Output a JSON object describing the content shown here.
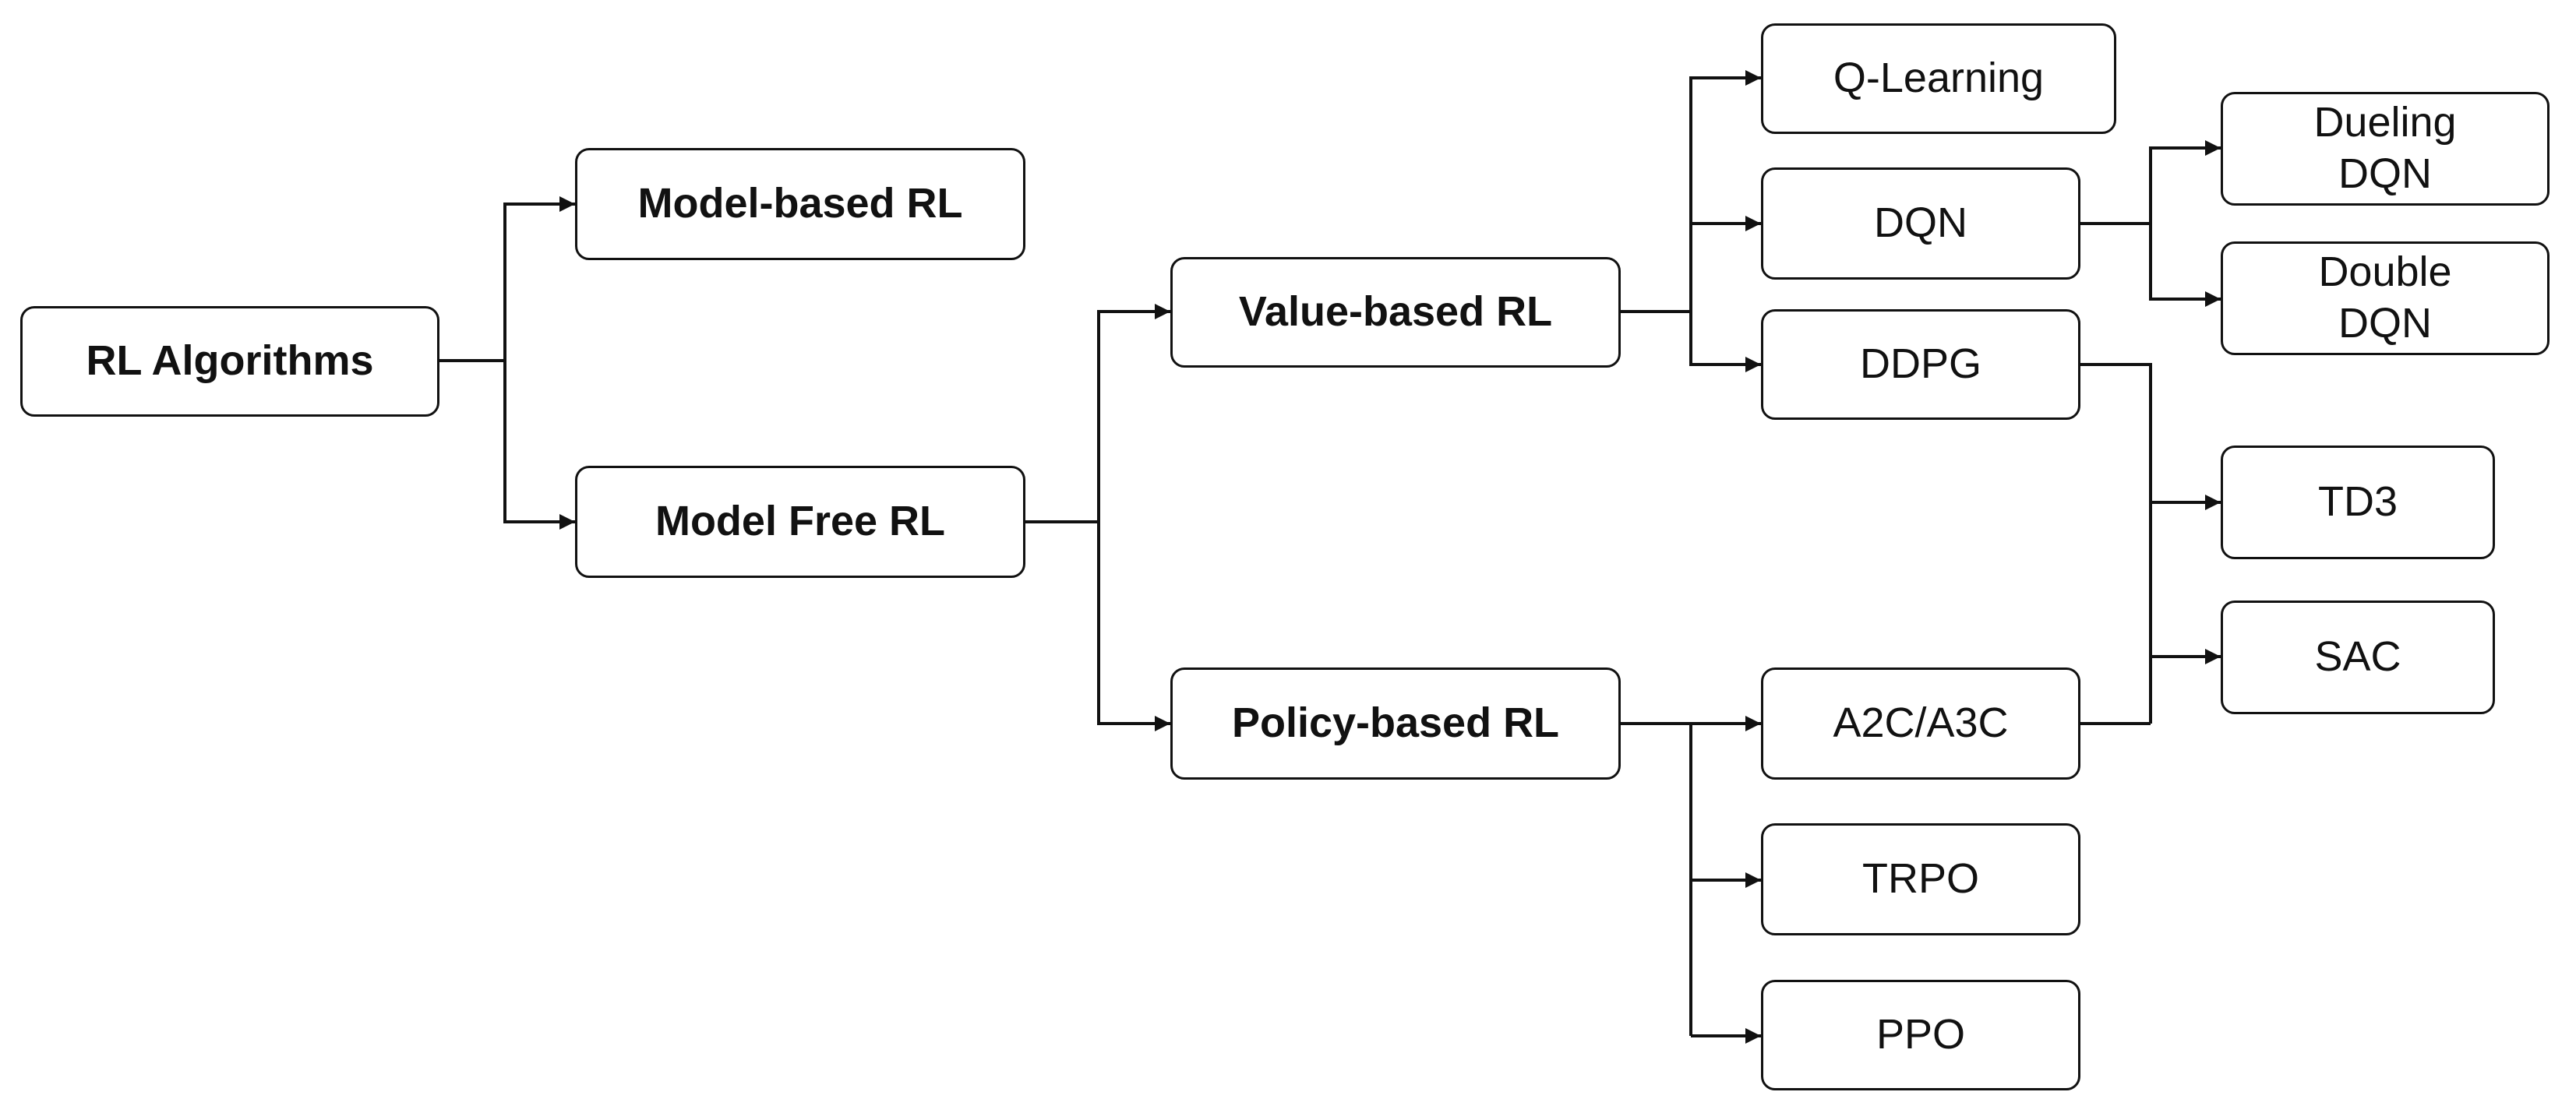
{
  "colors": {
    "line": "#111111",
    "box_border": "#111111",
    "box_fill": "#ffffff",
    "text": "#111111"
  },
  "nodes": {
    "rl_algorithms": "RL Algorithms",
    "model_based_rl": "Model-based RL",
    "model_free_rl": "Model Free RL",
    "value_based_rl": "Value-based RL",
    "policy_based_rl": "Policy-based RL",
    "q_learning": "Q-Learning",
    "dqn": "DQN",
    "ddpg": "DDPG",
    "a2c_a3c": "A2C/A3C",
    "trpo": "TRPO",
    "ppo": "PPO",
    "dueling_dqn": "Dueling\nDQN",
    "double_dqn": "Double\nDQN",
    "td3": "TD3",
    "sac": "SAC"
  }
}
